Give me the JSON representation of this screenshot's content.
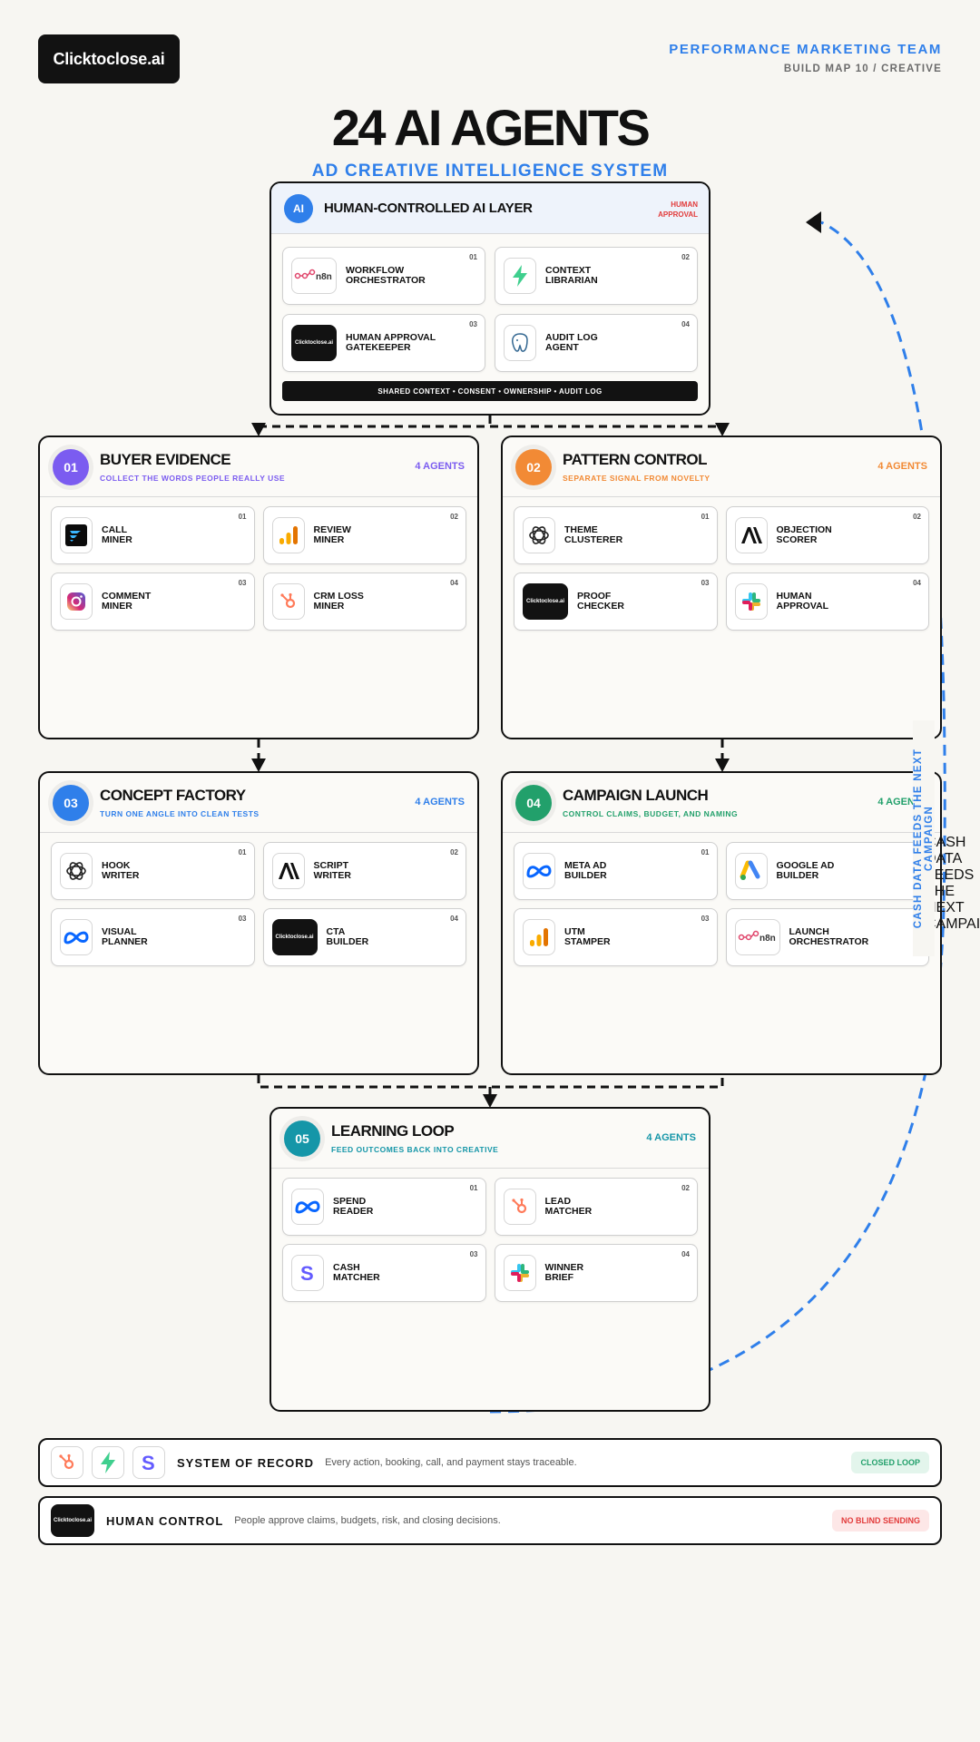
{
  "brand": {
    "logo": "Clicktoclose.ai"
  },
  "header": {
    "team": "PERFORMANCE MARKETING TEAM",
    "build": "BUILD MAP 10 / CREATIVE"
  },
  "title": "24 AI AGENTS",
  "subtitle": "AD CREATIVE INTELLIGENCE SYSTEM",
  "ai_layer": {
    "badge": "AI",
    "title": "HUMAN-CONTROLLED AI LAYER",
    "approval": "HUMAN\nAPPROVAL",
    "agents": [
      {
        "num": "01",
        "name": "WORKFLOW\nORCHESTRATOR",
        "icon": "n8n-icon"
      },
      {
        "num": "02",
        "name": "CONTEXT\nLIBRARIAN",
        "icon": "bolt-icon"
      },
      {
        "num": "03",
        "name": "HUMAN APPROVAL\nGATEKEEPER",
        "icon": "clicktoclose-icon"
      },
      {
        "num": "04",
        "name": "AUDIT LOG\nAGENT",
        "icon": "postgres-icon"
      }
    ],
    "shared_bar": "SHARED CONTEXT • CONSENT • OWNERSHIP • AUDIT LOG"
  },
  "stages": [
    {
      "num": "01",
      "title": "BUYER EVIDENCE",
      "sub": "COLLECT THE WORDS PEOPLE REALLY USE",
      "count": "4 AGENTS",
      "color": "#7b5cf0",
      "agents": [
        {
          "num": "01",
          "name": "CALL\nMINER",
          "icon": "gong-icon"
        },
        {
          "num": "02",
          "name": "REVIEW\nMINER",
          "icon": "analytics-icon"
        },
        {
          "num": "03",
          "name": "COMMENT\nMINER",
          "icon": "instagram-icon"
        },
        {
          "num": "04",
          "name": "CRM LOSS\nMINER",
          "icon": "hubspot-icon"
        }
      ]
    },
    {
      "num": "02",
      "title": "PATTERN CONTROL",
      "sub": "SEPARATE SIGNAL FROM NOVELTY",
      "count": "4 AGENTS",
      "color": "#f28a35",
      "agents": [
        {
          "num": "01",
          "name": "THEME\nCLUSTERER",
          "icon": "openai-icon"
        },
        {
          "num": "02",
          "name": "OBJECTION\nSCORER",
          "icon": "anthropic-icon"
        },
        {
          "num": "03",
          "name": "PROOF\nCHECKER",
          "icon": "clicktoclose-icon"
        },
        {
          "num": "04",
          "name": "HUMAN\nAPPROVAL",
          "icon": "slack-icon"
        }
      ]
    },
    {
      "num": "03",
      "title": "CONCEPT FACTORY",
      "sub": "TURN ONE ANGLE INTO CLEAN TESTS",
      "count": "4 AGENTS",
      "color": "#2f7fea",
      "agents": [
        {
          "num": "01",
          "name": "HOOK\nWRITER",
          "icon": "openai-icon"
        },
        {
          "num": "02",
          "name": "SCRIPT\nWRITER",
          "icon": "anthropic-icon"
        },
        {
          "num": "03",
          "name": "VISUAL\nPLANNER",
          "icon": "meta-icon"
        },
        {
          "num": "04",
          "name": "CTA\nBUILDER",
          "icon": "clicktoclose-icon"
        }
      ]
    },
    {
      "num": "04",
      "title": "CAMPAIGN LAUNCH",
      "sub": "CONTROL CLAIMS, BUDGET, AND NAMING",
      "count": "4 AGENTS",
      "color": "#22a06b",
      "agents": [
        {
          "num": "01",
          "name": "META AD\nBUILDER",
          "icon": "meta-icon"
        },
        {
          "num": "02",
          "name": "GOOGLE AD\nBUILDER",
          "icon": "google-ads-icon"
        },
        {
          "num": "03",
          "name": "UTM\nSTAMPER",
          "icon": "analytics-icon"
        },
        {
          "num": "04",
          "name": "LAUNCH\nORCHESTRATOR",
          "icon": "n8n-icon"
        }
      ]
    },
    {
      "num": "05",
      "title": "LEARNING LOOP",
      "sub": "FEED OUTCOMES BACK INTO CREATIVE",
      "count": "4 AGENTS",
      "color": "#1596a8",
      "agents": [
        {
          "num": "01",
          "name": "SPEND\nREADER",
          "icon": "meta-icon"
        },
        {
          "num": "02",
          "name": "LEAD\nMATCHER",
          "icon": "hubspot-icon"
        },
        {
          "num": "03",
          "name": "CASH\nMATCHER",
          "icon": "stripe-icon"
        },
        {
          "num": "04",
          "name": "WINNER\nBRIEF",
          "icon": "slack-icon"
        }
      ]
    }
  ],
  "loop_label": "CASH DATA FEEDS THE NEXT CAMPAIGN",
  "record": {
    "title": "SYSTEM OF RECORD",
    "desc": "Every action, booking, call, and payment stays traceable.",
    "tag": "CLOSED LOOP",
    "icons": [
      "hubspot-icon",
      "bolt-icon",
      "stripe-icon"
    ]
  },
  "human": {
    "title": "HUMAN CONTROL",
    "desc": "People approve claims, budgets, risk, and closing decisions.",
    "tag": "NO BLIND SENDING",
    "icons": [
      "clicktoclose-icon"
    ]
  },
  "colors": {
    "accent": "#2f7fea",
    "warn": "#e23b3b",
    "ok": "#22a06b"
  }
}
